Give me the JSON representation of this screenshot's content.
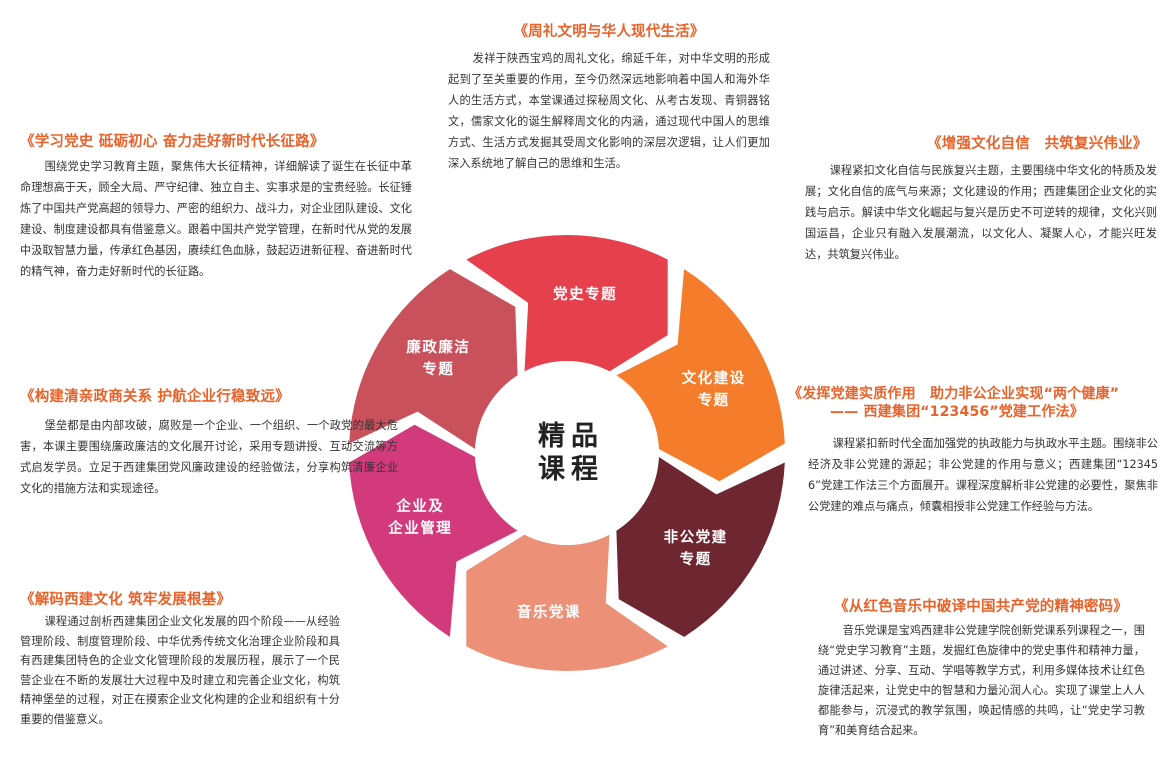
{
  "center": {
    "line1": "精品",
    "line2": "课程"
  },
  "segments": [
    {
      "lines": [
        "党史专题"
      ],
      "color": "#e5404c"
    },
    {
      "lines": [
        "文化建设",
        "专题"
      ],
      "color": "#f47c2a"
    },
    {
      "lines": [
        "非公党建",
        "专题"
      ],
      "color": "#6e2731"
    },
    {
      "lines": [
        "音乐党课"
      ],
      "color": "#ec9178"
    },
    {
      "lines": [
        "企业及",
        "企业管理"
      ],
      "color": "#d23a7c"
    },
    {
      "lines": [
        "廉政廉洁",
        "专题"
      ],
      "color": "#c9515c"
    }
  ],
  "blocks": {
    "zhouli": {
      "title": "《周礼文明与华人现代生活》",
      "body": "发祥于陕西宝鸡的周礼文化，绵延千年，对中华文明的形成起到了至关重要的作用，至今仍然深远地影响着中国人和海外华人的生活方式，本堂课通过探秘周文化、从考古发现、青铜器铭文，儒家文化的诞生解释周文化的内涵，通过现代中国人的思维方式、生活方式发掘其受周文化影响的深层次逻辑，让人们更加深入系统地了解自己的思维和生活。"
    },
    "dangshi": {
      "title": "《学习党史 砥砺初心 奋力走好新时代长征路》",
      "body": "围绕党史学习教育主题，聚焦伟大长征精神，详细解读了诞生在长征中革命理想高于天，顾全大局、严守纪律、独立自主、实事求是的宝贵经验。长征锤炼了中国共产党高超的领导力、严密的组织力、战斗力，对企业团队建设、文化建设、制度建设都具有借鉴意义。跟着中国共产党学管理，在新时代从党的发展中汲取智慧力量，传承红色基因，赓续红色血脉，鼓起迈进新征程、奋进新时代的精气神，奋力走好新时代的长征路。"
    },
    "wenhua": {
      "title": "《增强文化自信　共筑复兴伟业》",
      "body": "课程紧扣文化自信与民族复兴主题，主要围绕中华文化的特质及发展；文化自信的底气与来源；文化建设的作用；西建集团企业文化的实践与启示。解读中华文化崛起与复兴是历史不可逆转的规律，文化兴则国运昌，企业只有融入发展潮流，以文化人、凝聚人心，才能兴旺发达，共筑复兴伟业。"
    },
    "lianzheng": {
      "title": "《构建清亲政商关系 护航企业行稳致远》",
      "body": "堡垒都是由内部攻破，腐败是一个企业、一个组织、一个政党的最大危害，本课主要围绕廉政廉洁的文化展开讨论，采用专题讲授、互动交流等方式启发学员。立足于西建集团党风廉政建设的经验做法，分享构筑清廉企业文化的措施方法和实现途径。"
    },
    "feigong": {
      "title_line1": "《发挥党建实质作用　助力非公企业实现“两个健康”",
      "title_line2": "—— 西建集团“123456”党建工作法》",
      "body": "课程紧扣新时代全面加强党的执政能力与执政水平主题。围绕非公经济及非公党建的源起；非公党建的作用与意义；西建集团“123456”党建工作法三个方面展开。课程深度解析非公党建的必要性，聚焦非公党建的难点与痛点，倾囊相授非公党建工作经验与方法。"
    },
    "qiye": {
      "title": "《解码西建文化 筑牢发展根基》",
      "body": "课程通过剖析西建集团企业文化发展的四个阶段——从经验管理阶段、制度管理阶段、中华优秀传统文化治理企业阶段和具有西建集团特色的企业文化管理阶段的发展历程，展示了一个民营企业在不断的发展壮大过程中及时建立和完善企业文化，构筑精神堡垒的过程，对正在摸索企业文化构建的企业和组织有十分重要的借鉴意义。"
    },
    "yinyue": {
      "title": "《从红色音乐中破译中国共产党的精神密码》",
      "body": "音乐党课是宝鸡西建非公党建学院创新党课系列课程之一，围绕“党史学习教育”主题，发掘红色旋律中的党史事件和精神力量，通过讲述、分享、互动、学唱等教学方式，利用多媒体技术让红色旋律活起来，让党史中的智慧和力量沁润人心。实现了课堂上人人都能参与，沉浸式的教学氛围，唤起情感的共鸣，让“党史学习教育”和美育结合起来。"
    }
  }
}
